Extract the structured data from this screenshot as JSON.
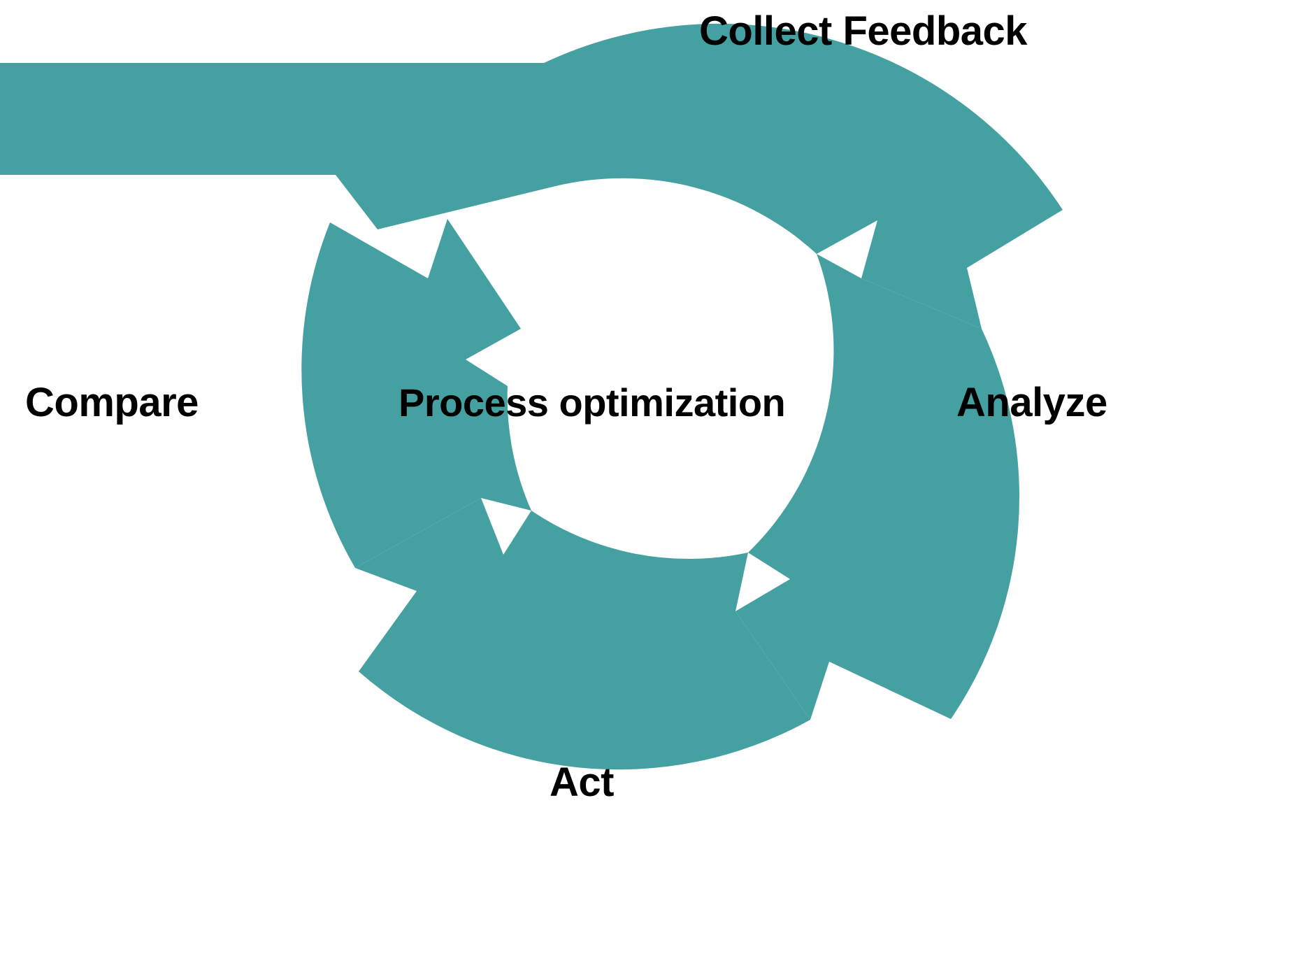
{
  "diagram": {
    "type": "cyclical-process-arrow-diagram",
    "title": "Process optimization",
    "center_label": "Process optimization",
    "background_color": "#ffffff",
    "accent_color": "#45A0A2",
    "text_color": "#000000",
    "segment_count": 4,
    "steps": [
      {
        "id": "collect-feedback",
        "label": "Collect Feedback",
        "position": "top-right",
        "order": 1
      },
      {
        "id": "analyze",
        "label": "Analyze",
        "position": "right",
        "order": 2
      },
      {
        "id": "act",
        "label": "Act",
        "position": "bottom",
        "order": 3
      },
      {
        "id": "compare",
        "label": "Compare",
        "position": "left",
        "order": 4
      }
    ]
  },
  "chart_data": {
    "type": "diagram",
    "title": "Process optimization",
    "categories": [
      "Collect Feedback",
      "Analyze",
      "Act",
      "Compare"
    ],
    "values": [
      1,
      2,
      3,
      4
    ],
    "xlabel": "",
    "ylabel": "",
    "legend": []
  }
}
